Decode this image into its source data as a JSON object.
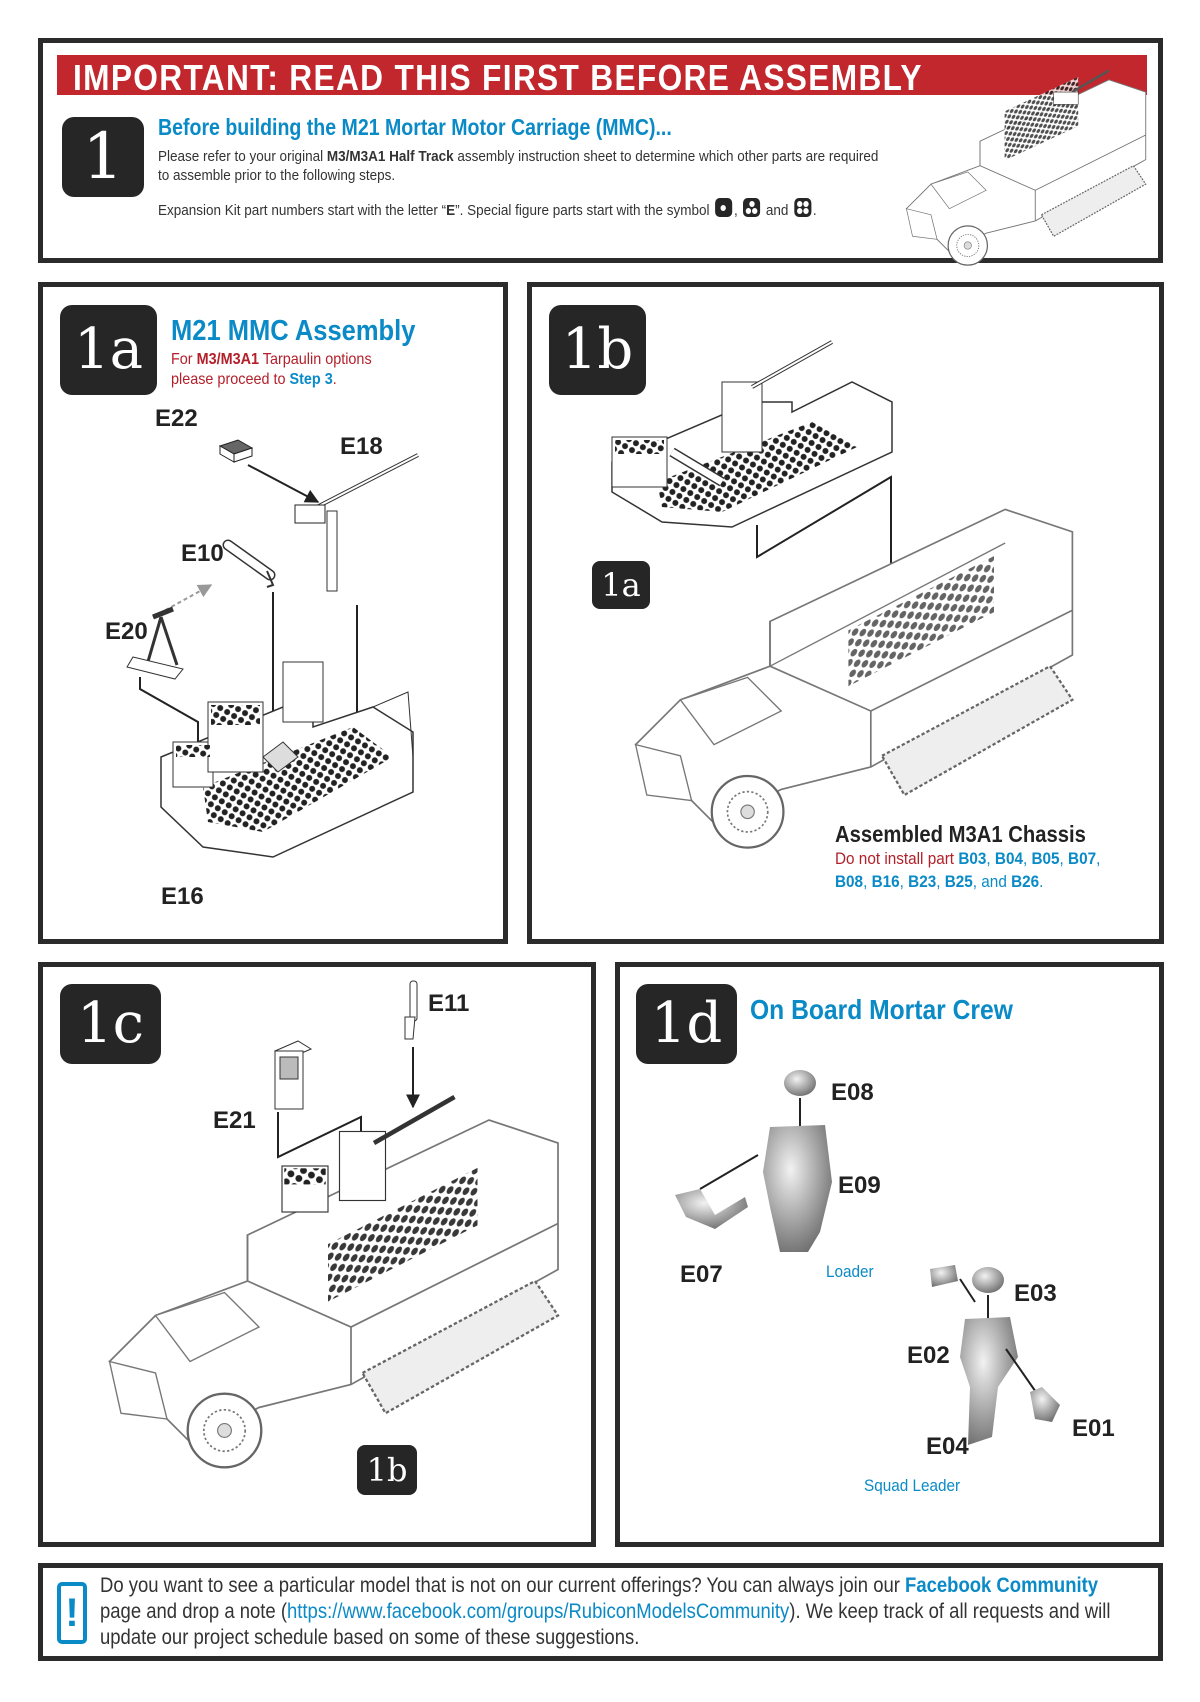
{
  "header": {
    "banner": "IMPORTANT: READ THIS FIRST BEFORE ASSEMBLY",
    "step_badge": "1",
    "title": "Before building the M21 Mortar Motor Carriage (MMC)...",
    "body_line1_pre": "Please refer to your original ",
    "body_line1_bold": "M3/M3A1 Half Track",
    "body_line1_post": " assembly instruction sheet to determine which other parts are required",
    "body_line2": "to assemble prior to the following steps.",
    "body_line3_pre": "Expansion Kit part numbers start with the letter “",
    "body_line3_bold": "E",
    "body_line3_mid": "”.  Special figure parts start with the symbol ",
    "body_line3_comma": ",",
    "body_line3_and": " and ",
    "body_line3_end": ".",
    "symbols": [
      "one-dot-symbol-icon",
      "three-dot-symbol-icon",
      "four-dot-symbol-icon"
    ],
    "banner_color": "#c1272d",
    "accent_color": "#0a8ac6"
  },
  "step_1a": {
    "badge": "1a",
    "title": "M21 MMC Assembly",
    "sub_line1_pre": "For ",
    "sub_line1_bold": "M3/M3A1",
    "sub_line1_post": " Tarpaulin options",
    "sub_line2_pre": "please proceed to ",
    "sub_line2_link": "Step 3",
    "sub_line2_post": ".",
    "parts": [
      "E22",
      "E18",
      "E10",
      "E20",
      "E16"
    ]
  },
  "step_1b": {
    "badge": "1b",
    "ref_badge": "1a",
    "caption_title": "Assembled M3A1 Chassis",
    "caption_pre": "Do not install part ",
    "excluded_parts": [
      "B03",
      "B04",
      "B05",
      "B07",
      "B08",
      "B16",
      "B23",
      "B25",
      "B26"
    ],
    "sep": ", ",
    "and_text": ", and ",
    "end": "."
  },
  "step_1c": {
    "badge": "1c",
    "ref_badge": "1b",
    "parts": [
      "E11",
      "E21"
    ]
  },
  "step_1d": {
    "badge": "1d",
    "title": "On Board Mortar Crew",
    "loader_parts": [
      "E08",
      "E09",
      "E07"
    ],
    "loader_label": "Loader",
    "leader_parts": [
      "E03",
      "E02",
      "E01",
      "E04"
    ],
    "leader_label": "Squad Leader"
  },
  "footer": {
    "icon": "exclamation-icon",
    "line1_pre": "Do you want to see a particular model that is not on our current offerings? You can always join our ",
    "line1_link": "Facebook Community",
    "line2_pre": "page and drop a note (",
    "line2_url": "https://www.facebook.com/groups/RubiconModelsCommunity",
    "line2_post": "). We keep track of all requests and will",
    "line3": "update our project schedule based on some of these suggestions."
  }
}
